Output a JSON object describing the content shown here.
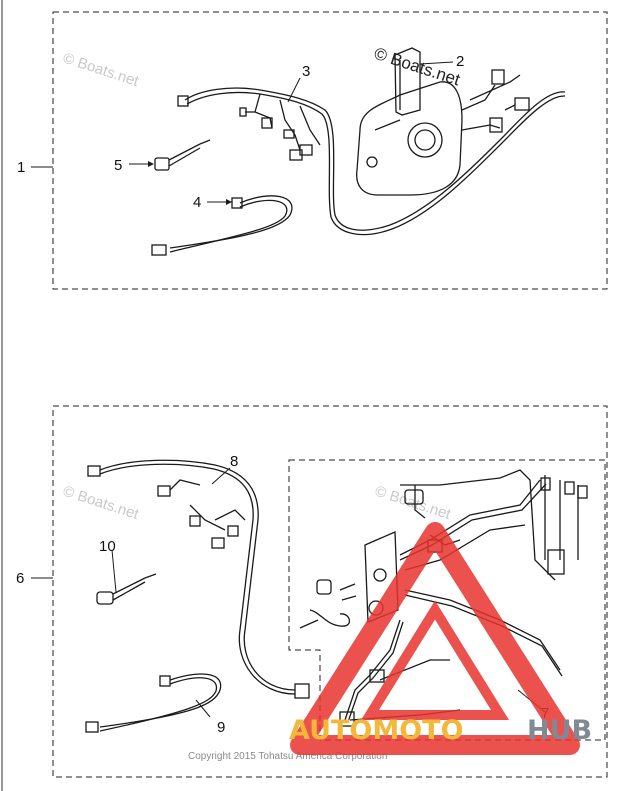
{
  "callouts": {
    "c1": "1",
    "c2": "2",
    "c3": "3",
    "c4": "4",
    "c5": "5",
    "c6": "6",
    "c7": "7",
    "c8": "8",
    "c9": "9",
    "c10": "10"
  },
  "watermarks": {
    "top_left": "© Boats.net",
    "top_right": "© Boats.net",
    "mid_left": "© Boats.net",
    "mid_right": "© Boats.net"
  },
  "copyright": "Copyright 2015 Tohatsu America Corporation",
  "logo": {
    "left": "AUTOMOTO",
    "right": "HUB"
  },
  "colors": {
    "line": "#1a1a1a",
    "logo_red": "#e8322e",
    "logo_orange": "#f2b83a",
    "logo_grey": "#7f8a94"
  }
}
